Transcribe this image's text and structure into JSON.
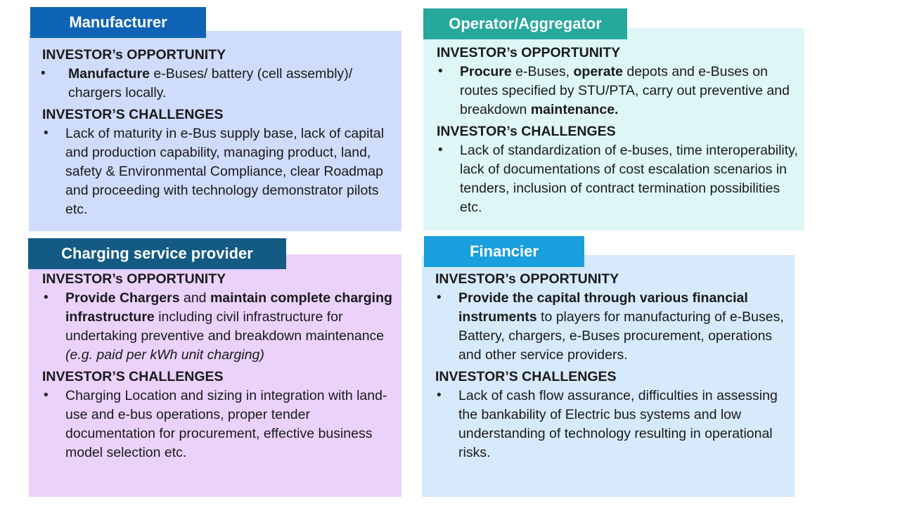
{
  "manufacturer": {
    "title": "Manufacturer",
    "opp_heading": "INVESTOR’s OPPORTUNITY",
    "opp_b1": "Manufacture",
    "opp_t1": " e-Buses/ battery (cell assembly)/ chargers locally.",
    "chal_heading": "INVESTOR’S CHALLENGES",
    "chal_text": "Lack of maturity in e-Bus supply base, lack of capital and production capability, managing product, land, safety & Environmental Compliance, clear Roadmap and proceeding with technology demonstrator pilots etc."
  },
  "operator": {
    "title": "Operator/Aggregator",
    "opp_heading": "INVESTOR’s OPPORTUNITY",
    "opp_b1": "Procure",
    "opp_t1": " e-Buses, ",
    "opp_b2": "operate",
    "opp_t2": " depots and e-Buses on routes specified by STU/PTA, carry out preventive and breakdown ",
    "opp_b3": "maintenance.",
    "chal_heading": "INVESTOR’s CHALLENGES",
    "chal_text": "Lack of standardization of e-buses, time interoperability, lack of documentations of cost escalation scenarios in tenders, inclusion of contract termination possibilities etc."
  },
  "charging": {
    "title": "Charging service provider",
    "opp_heading": "INVESTOR’s OPPORTUNITY",
    "opp_b1": "Provide Chargers",
    "opp_t1": " and ",
    "opp_b2": "maintain complete charging infrastructure",
    "opp_t2": " including civil infrastructure for undertaking preventive and breakdown maintenance ",
    "opp_i1": "(e.g. paid per kWh unit charging)",
    "chal_heading": "INVESTOR’S CHALLENGES",
    "chal_text": "Charging Location and sizing in integration with land-use and e-bus operations, proper tender documentation for procurement, effective business model selection etc."
  },
  "financier": {
    "title": "Financier",
    "opp_heading": "INVESTOR’s OPPORTUNITY",
    "opp_b1": "Provide the capital through  various financial instruments",
    "opp_t1": " to players for manufacturing of e-Buses, Battery, chargers, e-Buses  procurement, operations and other service providers.",
    "chal_heading": "INVESTOR’S CHALLENGES",
    "chal_text": "Lack of cash flow assurance, difficulties in assessing the bankability of Electric bus systems and low understanding of technology resulting in operational risks."
  },
  "bullet_glyph": "•",
  "colors": {
    "manufacturer_tab": "#0e63b4",
    "manufacturer_panel": "#cfdcfb",
    "operator_tab": "#27a89c",
    "operator_panel": "#def7f6",
    "charging_tab": "#135b83",
    "charging_panel": "#ead2fb",
    "financier_tab": "#1a9fde",
    "financier_panel": "#d6eafb"
  }
}
